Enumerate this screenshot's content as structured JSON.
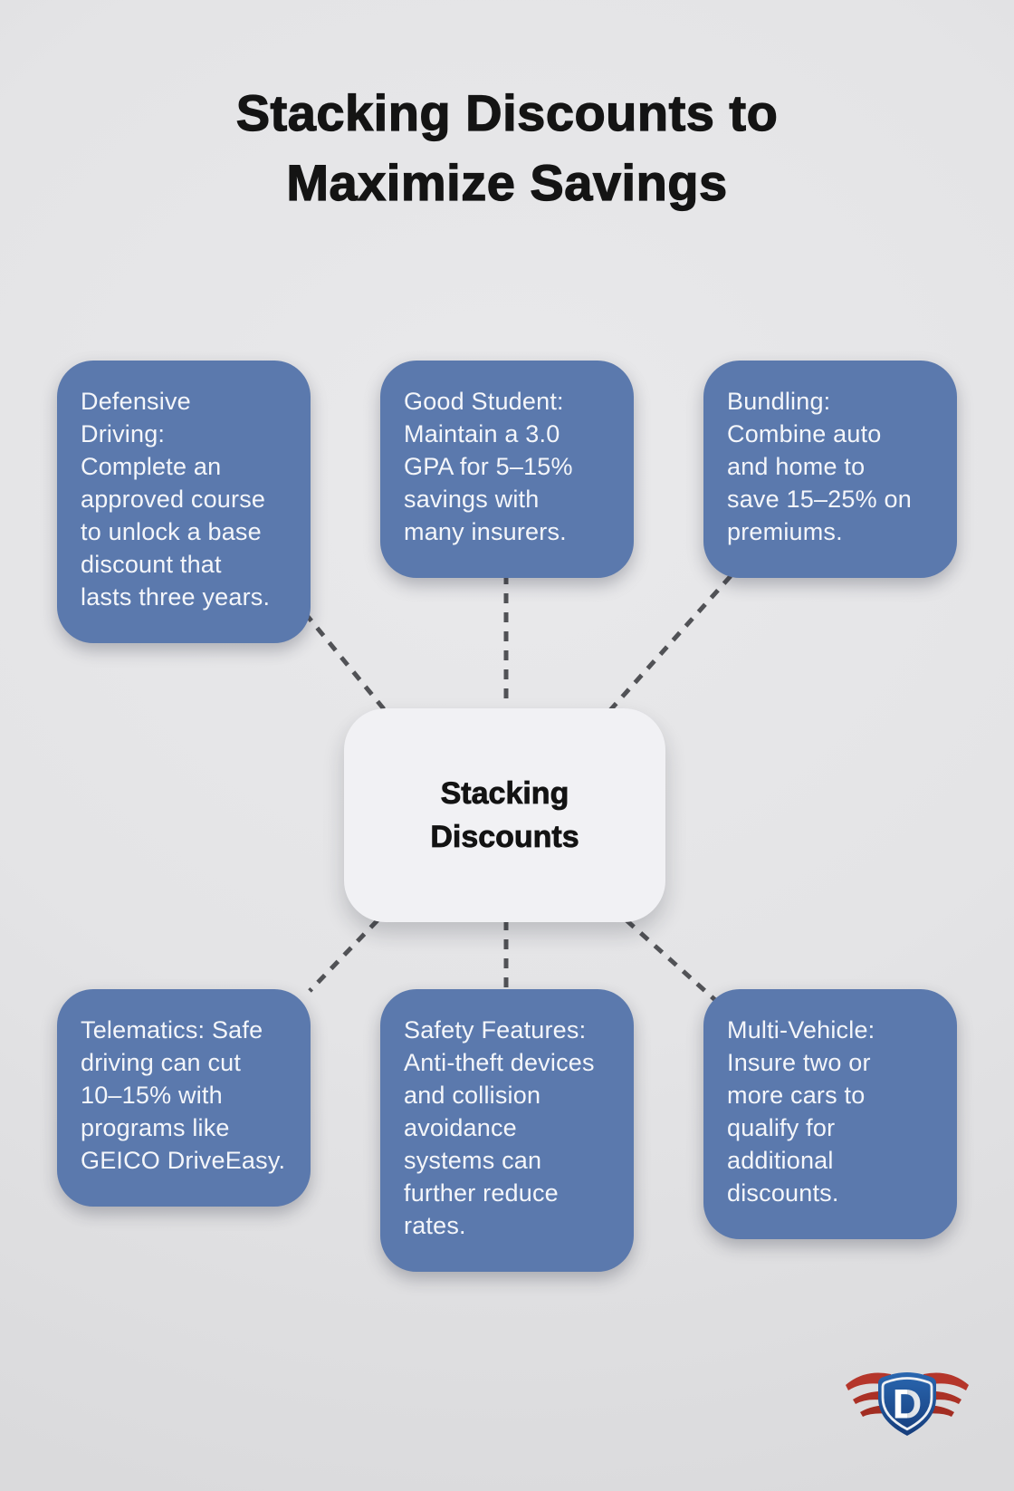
{
  "page": {
    "title": "Stacking Discounts to\nMaximize Savings",
    "background_color": "#e4e4e6"
  },
  "center_node": {
    "label": "Stacking\nDiscounts",
    "background_color": "#f1f1f4",
    "text_color": "#131313"
  },
  "cards": [
    {
      "name": "defensive-driving",
      "text": "Defensive\nDriving:\nComplete an\napproved course\nto unlock a base\ndiscount that\nlasts three years."
    },
    {
      "name": "good-student",
      "text": "Good Student:\nMaintain a 3.0\nGPA for 5–15%\nsavings with\nmany insurers."
    },
    {
      "name": "bundling",
      "text": "Bundling:\nCombine auto\nand home to\nsave 15–25% on\npremiums."
    },
    {
      "name": "telematics",
      "text": "Telematics: Safe\ndriving can cut\n10–15% with\nprograms like\nGEICO DriveEasy."
    },
    {
      "name": "safety-features",
      "text": "Safety Features:\nAnti-theft devices\nand collision\navoidance\nsystems can\nfurther reduce\nrates."
    },
    {
      "name": "multi-vehicle",
      "text": "Multi-Vehicle:\nInsure two or\nmore cars to\nqualify for\nadditional\ndiscounts."
    }
  ],
  "colors": {
    "card_blue": "#5b79ad",
    "card_text": "#f4f6fa",
    "connector_gray": "#515256",
    "logo_shield_blue": "#1d52a0",
    "logo_wing_red": "#b5362b"
  },
  "logo": {
    "letter": "D"
  }
}
